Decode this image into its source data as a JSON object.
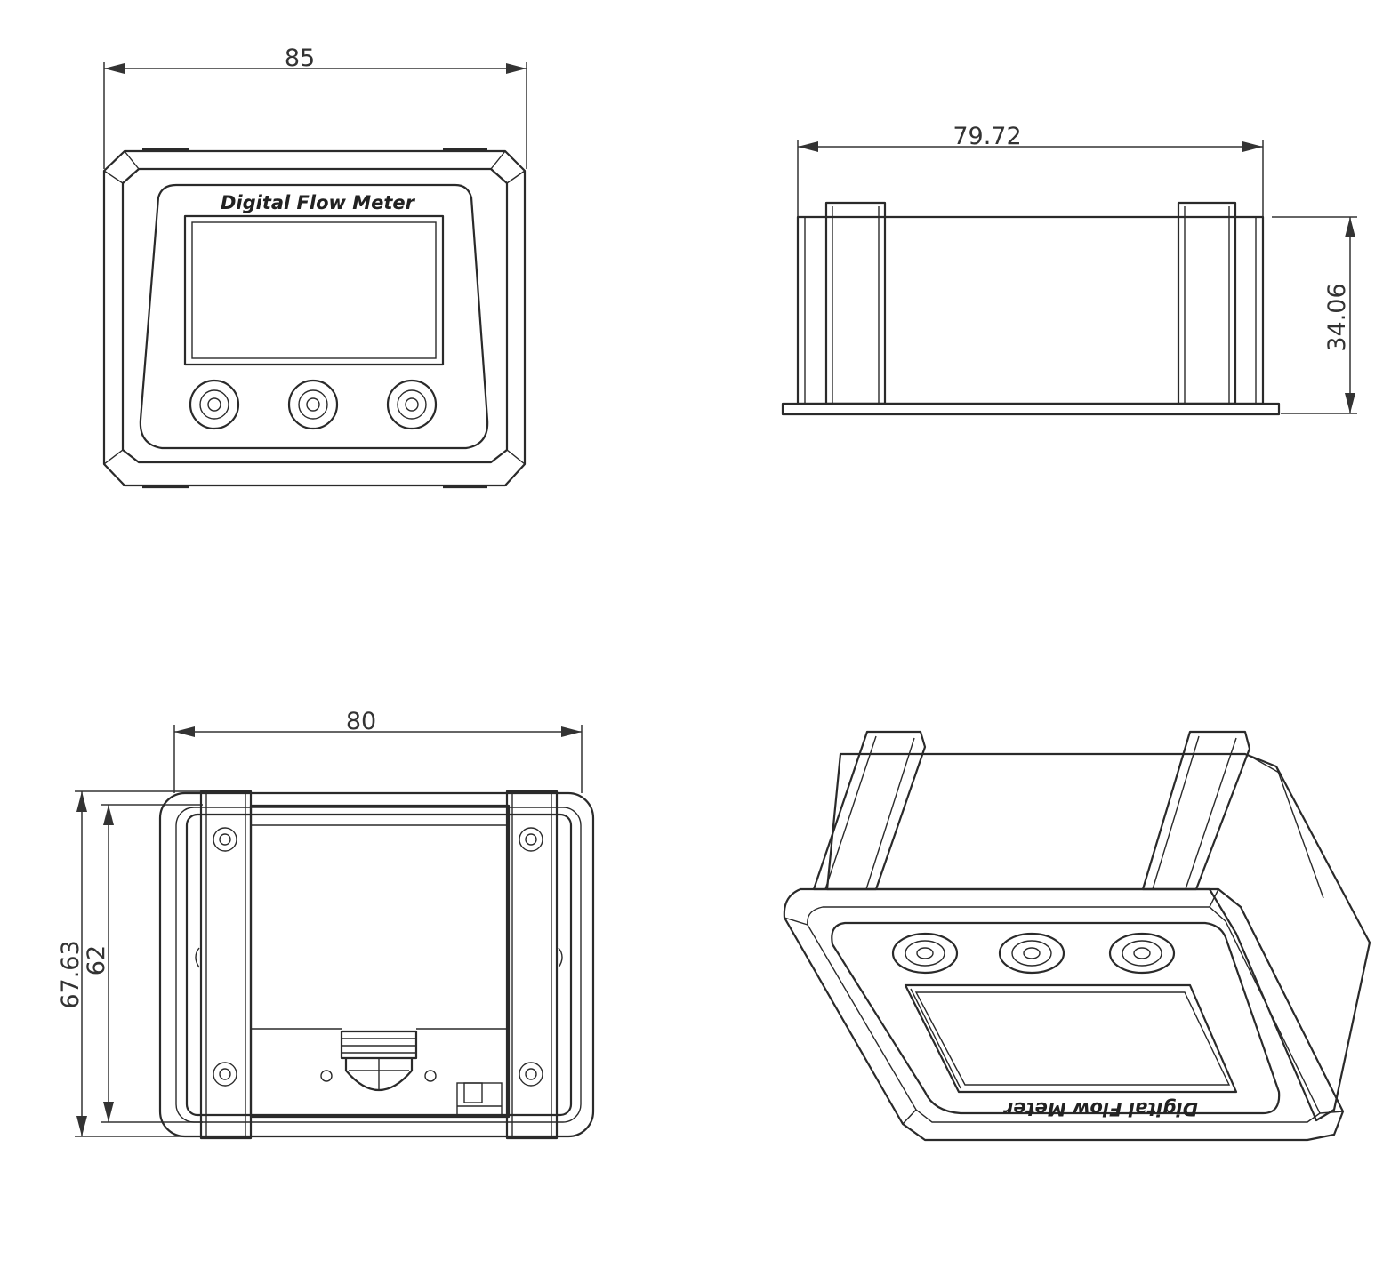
{
  "front_view": {
    "label": "Digital Flow Meter",
    "width_dim": "85"
  },
  "side_view": {
    "width_dim": "79.72",
    "height_dim": "34.06"
  },
  "rear_view": {
    "width_dim": "80",
    "outer_height_dim": "67.63",
    "inner_height_dim": "62"
  },
  "iso_view": {
    "label": "Digital Flow Meter"
  }
}
